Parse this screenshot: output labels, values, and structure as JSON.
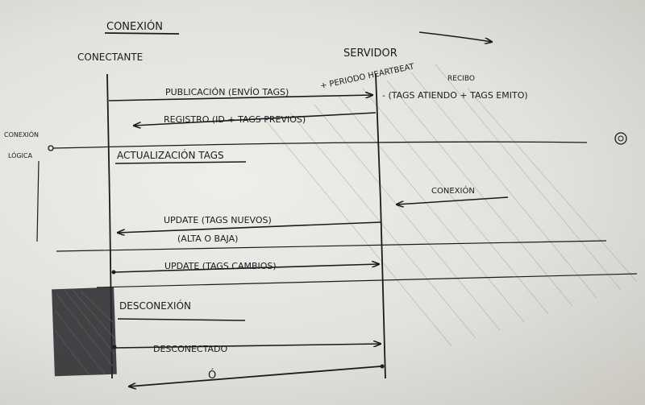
{
  "title": "CONEXIÓN",
  "client_label": "CONECTANTE",
  "server_label": "SERVIDOR",
  "logic_connection_label": [
    "CONEXIÓN",
    "LÓGICA"
  ],
  "messages": {
    "publish": "PUBLICACIÓN (ENVÍO TAGS)",
    "publish_extra": "+ PERIODO HEARTBEAT",
    "server_note_received": "RECIBO",
    "server_note": "- (TAGS ATIENDO + TAGS EMITO)",
    "register": "REGISTRO (ID + TAGS PREVIOS)",
    "update_tags": "ACTUALIZACIÓN TAGS",
    "server_connection": "CONEXIÓN",
    "update_new": "UPDATE (TAGS NUEVOS)",
    "update_new_sub": "(ALTA O BAJA)",
    "update_changed": "UPDATE (TAGS CAMBIOS)",
    "disconnection": "DESCONEXIÓN",
    "disconnected": "DESCONECTADO",
    "or_mark": "Ó"
  },
  "colors": {
    "ink": "#1b1b1f",
    "paper": "#e8e7e2"
  }
}
